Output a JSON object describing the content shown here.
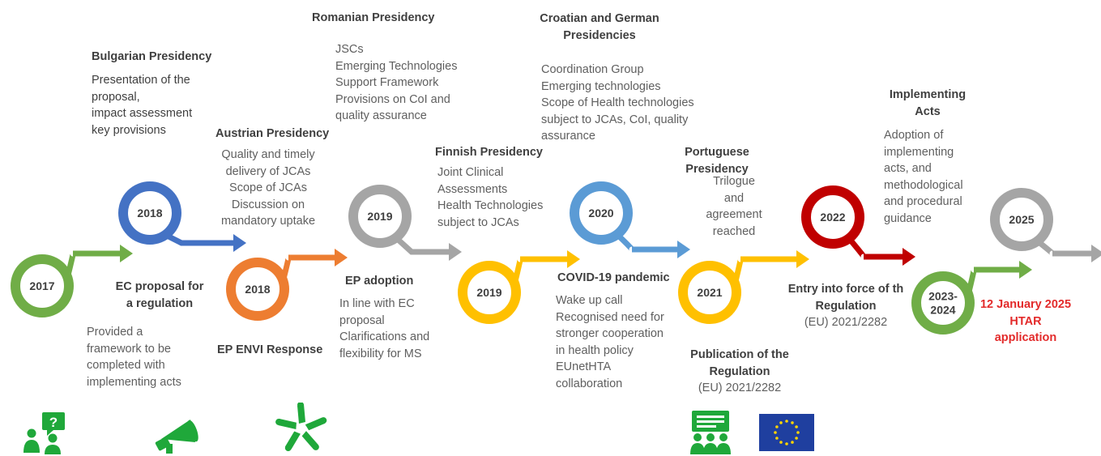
{
  "colors": {
    "green": "#70ad47",
    "blue": "#4472c4",
    "orange": "#ed7d31",
    "grey": "#a5a5a5",
    "yellow": "#ffc000",
    "lightblue": "#5b9bd5",
    "red": "#c00000",
    "deadline": "#e32b2b",
    "icon_green": "#1fa83a",
    "eu_blue": "#1f3f9f",
    "eu_star": "#ffd500"
  },
  "milestones": [
    {
      "id": "m2017",
      "year": "2017",
      "color": "green"
    },
    {
      "id": "m2018a",
      "year": "2018",
      "color": "blue"
    },
    {
      "id": "m2018b",
      "year": "2018",
      "color": "orange"
    },
    {
      "id": "m2019a",
      "year": "2019",
      "color": "grey"
    },
    {
      "id": "m2019b",
      "year": "2019",
      "color": "yellow"
    },
    {
      "id": "m2020",
      "year": "2020",
      "color": "lightblue"
    },
    {
      "id": "m2021",
      "year": "2021",
      "color": "yellow"
    },
    {
      "id": "m2022",
      "year": "2022",
      "color": "red"
    },
    {
      "id": "m2023",
      "year": "2023-\n2024",
      "color": "green"
    },
    {
      "id": "m2025",
      "year": "2025",
      "color": "grey"
    }
  ],
  "bulgarian": {
    "title": "Bulgarian Presidency",
    "text": [
      "Presentation of the",
      "proposal,",
      "impact assessment",
      "key provisions"
    ]
  },
  "ec_proposal": {
    "title": [
      "EC proposal for",
      "a regulation"
    ],
    "text": [
      "Provided a",
      "framework to be",
      "completed with",
      "implementing acts"
    ]
  },
  "austrian": {
    "title": "Austrian Presidency",
    "text": [
      "Quality and timely",
      "delivery of JCAs",
      "Scope  of JCAs",
      "Discussion on",
      "mandatory uptake"
    ]
  },
  "ep_envi": {
    "title": "EP ENVI Response"
  },
  "romanian": {
    "title": "Romanian  Presidency",
    "text": [
      "JSCs",
      "Emerging Technologies",
      "Support  Framework",
      "Provisions on CoI and",
      "quality assurance"
    ]
  },
  "ep_adoption": {
    "title": "EP adoption",
    "text": [
      "In line with EC",
      "proposal",
      "Clarifications and",
      "flexibility for MS"
    ]
  },
  "finnish": {
    "title": "Finnish Presidency",
    "text": [
      "Joint Clinical",
      "Assessments",
      "Health Technologies",
      "subject to JCAs"
    ]
  },
  "croatian": {
    "title": [
      "Croatian and German",
      "Presidencies"
    ],
    "text": [
      "Coordination Group",
      "Emerging technologies",
      "Scope  of Health technologies",
      "subject to JCAs, CoI, quality",
      "assurance"
    ]
  },
  "covid": {
    "title": "COVID-19 pandemic",
    "text": [
      "Wake up call",
      "Recognised need for",
      "stronger cooperation",
      "in health policy",
      "EUnetHTA",
      "collaboration"
    ]
  },
  "portuguese": {
    "title": [
      "Portuguese",
      "Presidency"
    ],
    "text": [
      "Trilogue",
      "and",
      "agreement",
      "reached"
    ]
  },
  "publication": {
    "title": [
      "Publication of the",
      "Regulation"
    ],
    "text": "(EU) 2021/2282"
  },
  "entry": {
    "title": [
      "Entry into force of th",
      "Regulation"
    ],
    "text": "(EU) 2021/2282"
  },
  "implementing": {
    "title": [
      "Implementing",
      "Acts"
    ],
    "text": [
      "Adoption of",
      "implementing",
      "acts, and",
      "methodological",
      "and procedural",
      "guidance"
    ]
  },
  "htar": {
    "text": [
      "12 January 2025",
      "HTAR",
      "application"
    ]
  },
  "icons": [
    "question-people-icon",
    "megaphone-icon",
    "united-hands-icon",
    "presentation-group-icon",
    "eu-flag-icon"
  ]
}
